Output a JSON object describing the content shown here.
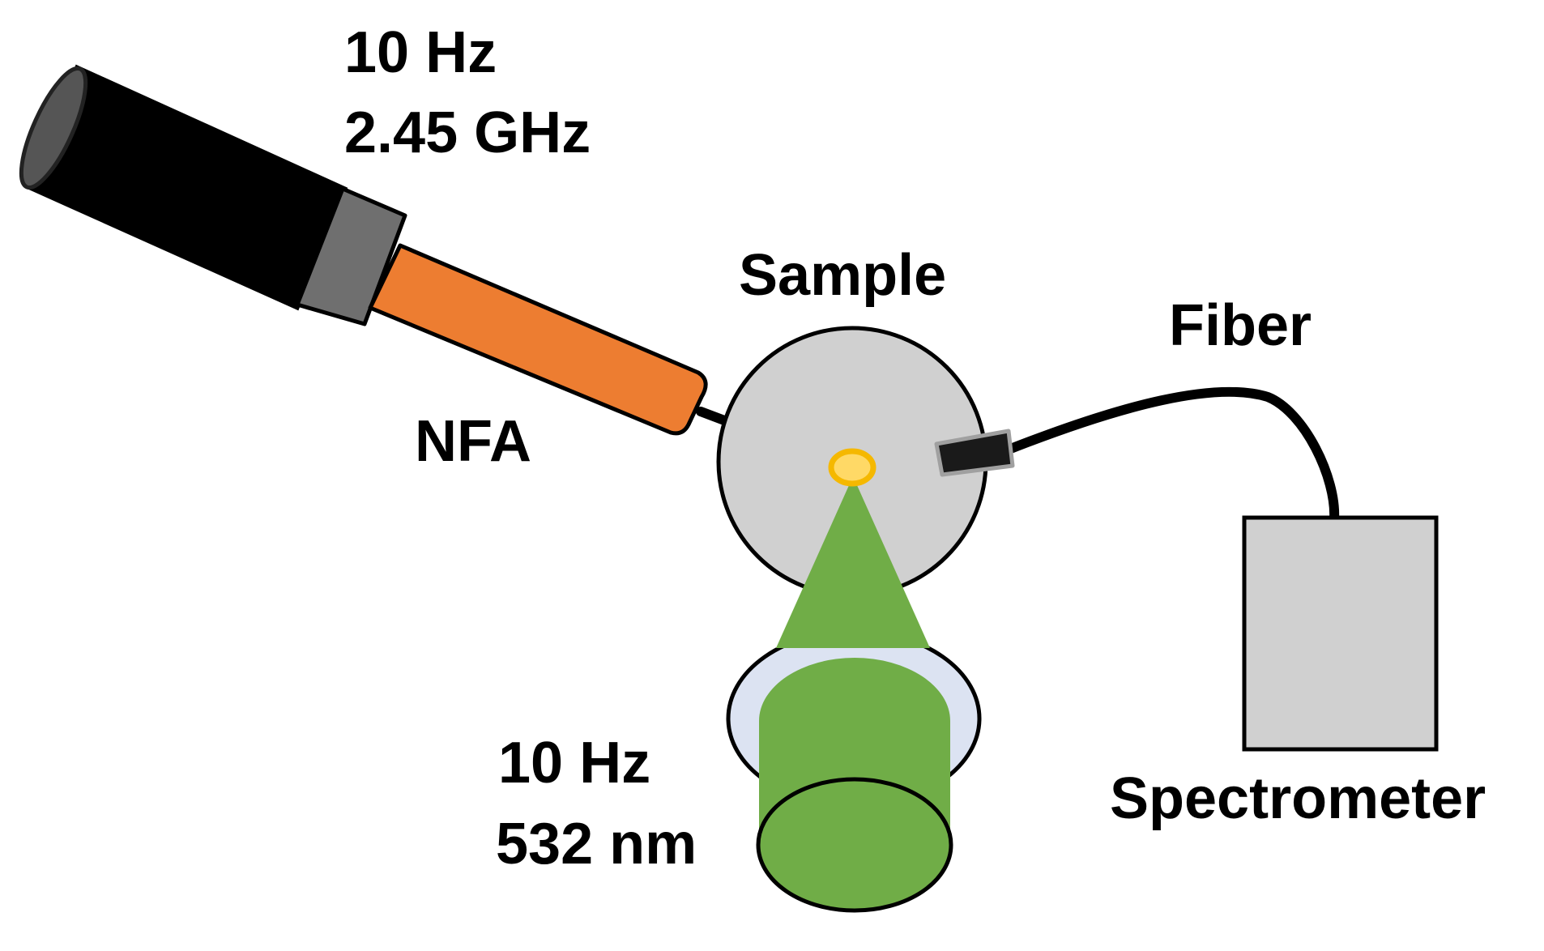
{
  "labels": {
    "source_line1": "10 Hz",
    "source_line2": "2.45 GHz",
    "nfa": "NFA",
    "sample": "Sample",
    "fiber": "Fiber",
    "spectrometer": "Spectrometer",
    "laser_line1": "10 Hz",
    "laser_line2": "532 nm"
  },
  "colors": {
    "antenna_body": "#ED7D31",
    "source_body": "#000000",
    "source_end": "#555555",
    "coupler": "#6F6F6F",
    "sample": "#D0D0D0",
    "spot_fill": "#FFD966",
    "spot_ring": "#F5B800",
    "beam": "#70AD47",
    "lens_ring": "#DCE3F2",
    "spectrometer": "#D0D0D0",
    "fiber_tip": "#1A1A1A"
  },
  "icons": {
    "source": "microwave-source-cylinder",
    "antenna": "near-field-antenna-probe",
    "sample": "sample-disc",
    "spot": "excitation-spot",
    "laser": "laser-objective-cylinder",
    "fiber": "optical-fiber",
    "spectrometer": "spectrometer-box"
  }
}
